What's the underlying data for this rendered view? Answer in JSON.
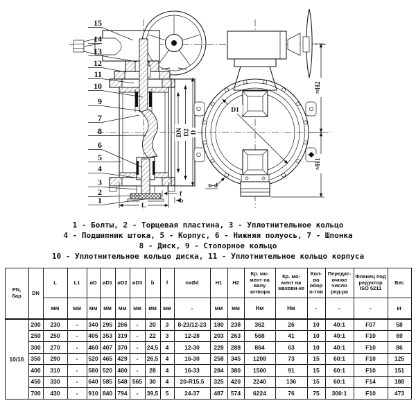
{
  "drawing": {
    "callouts": [
      "15",
      "14",
      "13",
      "12",
      "11",
      "10",
      "9",
      "7",
      "8",
      "6",
      "5",
      "4",
      "3",
      "2",
      "1"
    ],
    "dims": {
      "dn": "DN",
      "d2": "D2",
      "d": "D",
      "l": "L",
      "f": "f",
      "b": "b",
      "d1": "D1",
      "h1": "≈H1",
      "h2": "≈H2",
      "n_d": "n-d"
    }
  },
  "legend": {
    "lines": [
      "1 - Болты, 2 - Торцевая пластина, 3 - Уплотнительное кольцо",
      "4 - Подшипник штока, 5 - Корпус, 6 - Нижняя полуось, 7 - Шпонка",
      "8 - Диск, 9 - Стопорное кольцо",
      "10 - Уплотнительное кольцо диска, 11 - Уплотнительное кольцо корпуса"
    ]
  },
  "table": {
    "pn_label": "PN,\nбар",
    "dn_label": "DN",
    "pn_value": "10/16",
    "columns": [
      {
        "label": "L",
        "unit": "мм"
      },
      {
        "label": "L1",
        "unit": "мм"
      },
      {
        "label": "øD",
        "unit": "мм"
      },
      {
        "label": "øD1",
        "unit": "мм"
      },
      {
        "label": "øD2",
        "unit": "мм"
      },
      {
        "label": "øD3",
        "unit": "мм"
      },
      {
        "label": "b",
        "unit": "мм"
      },
      {
        "label": "f",
        "unit": "мм"
      },
      {
        "label": "nxØd",
        "unit": "-"
      },
      {
        "label": "H1",
        "unit": "мм"
      },
      {
        "label": "H2",
        "unit": "мм"
      },
      {
        "label": "Кр. мо-мент на валу затвора",
        "unit": "Нм"
      },
      {
        "label": "Кр. мо-мент на махови-ке",
        "unit": "Нм"
      },
      {
        "label": "Кол-во обор о-тов",
        "unit": "-"
      },
      {
        "label": "Передат-очное число ред-ра",
        "unit": "-"
      },
      {
        "label": "Фланец под редуктор ISO 5211",
        "unit": "-"
      },
      {
        "label": "Вес",
        "unit": "кг"
      }
    ],
    "rows": [
      [
        "200",
        "230",
        "-",
        "340",
        "295",
        "266",
        "-",
        "20",
        "3",
        "8-23/12-23",
        "180",
        "238",
        "362",
        "26",
        "10",
        "40:1",
        "F07",
        "58"
      ],
      [
        "250",
        "250",
        "-",
        "405",
        "353",
        "319",
        "-",
        "22",
        "3",
        "12-28",
        "203",
        "263",
        "568",
        "41",
        "10",
        "40:1",
        "F10",
        "69"
      ],
      [
        "300",
        "270",
        "-",
        "460",
        "407",
        "370",
        "-",
        "24,5",
        "4",
        "12-30",
        "228",
        "288",
        "864",
        "63",
        "10",
        "40:1",
        "F10",
        "86"
      ],
      [
        "350",
        "290",
        "-",
        "520",
        "465",
        "429",
        "-",
        "26,5",
        "4",
        "16-30",
        "258",
        "345",
        "1208",
        "73",
        "15",
        "60:1",
        "F10",
        "125"
      ],
      [
        "400",
        "310",
        "-",
        "580",
        "520",
        "480",
        "-",
        "28",
        "4",
        "16-33",
        "284",
        "380",
        "1500",
        "91",
        "15",
        "60:1",
        "F10",
        "151"
      ],
      [
        "450",
        "330",
        "-",
        "640",
        "585",
        "548",
        "565",
        "30",
        "4",
        "20-R15,5",
        "325",
        "420",
        "2240",
        "136",
        "15",
        "60:1",
        "F14",
        "188"
      ],
      [
        "700",
        "430",
        "-",
        "910",
        "840",
        "794",
        "-",
        "39,5",
        "5",
        "24-37",
        "487",
        "574",
        "6224",
        "76",
        "75",
        "300:1",
        "F10",
        "473"
      ]
    ]
  }
}
